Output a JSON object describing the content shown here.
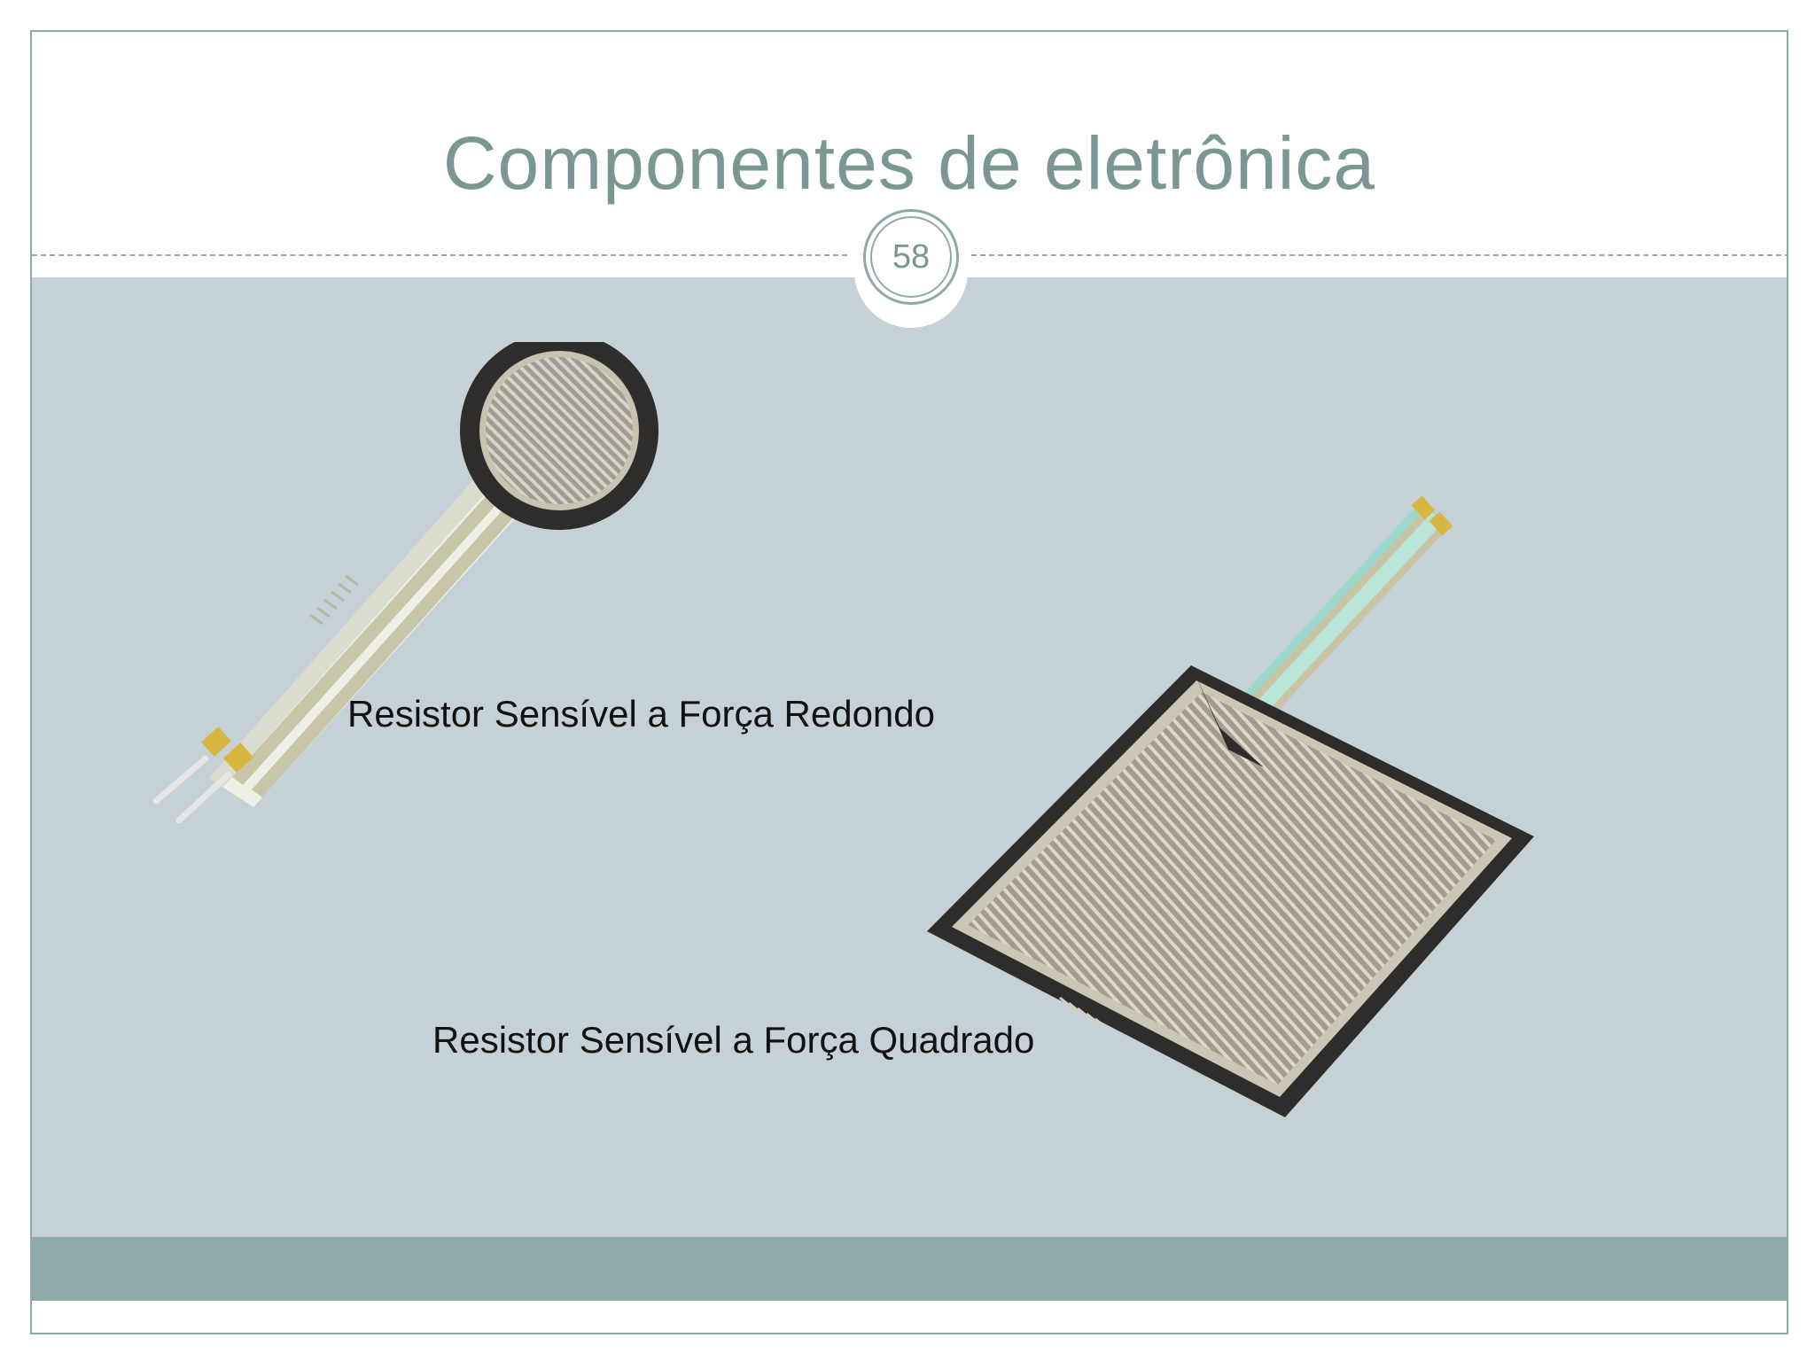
{
  "slide": {
    "title": "Componentes de eletrônica",
    "page_number": "58"
  },
  "items": [
    {
      "caption": "Resistor Sensível a Força Redondo",
      "icon": "round-force-sensor-icon"
    },
    {
      "caption": "Resistor Sensível a Força Quadrado",
      "icon": "square-force-sensor-icon"
    }
  ],
  "colors": {
    "title": "#7a9794",
    "content_background": "#c5d1d6",
    "footer_band": "#8eaaa8",
    "caption_text": "#111111"
  }
}
